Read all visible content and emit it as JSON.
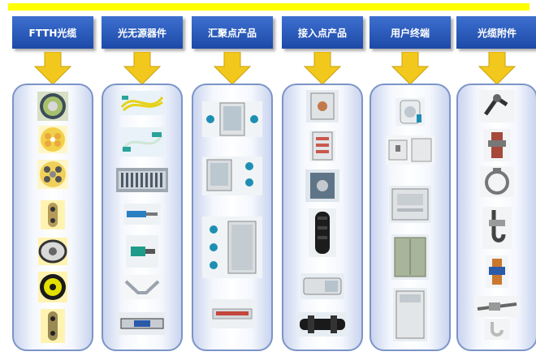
{
  "colors": {
    "top_bar": "#ffff00",
    "header_bg": "#2b5cbf",
    "arrow": "#f2c81c",
    "panel_border": "#7c94c8"
  },
  "columns": [
    {
      "id": "ftth",
      "label": "FTTH光缆",
      "products": [
        "cable-cross-section-icon",
        "cable-cross-section-icon",
        "cable-cross-section-icon",
        "drop-cable-icon",
        "drop-cable-icon",
        "cable-cross-section-icon",
        "drop-cable-icon"
      ]
    },
    {
      "id": "passive",
      "label": "光无源器件",
      "products": [
        "fiber-pigtail-icon",
        "fiber-patchcord-icon",
        "splitter-rack-icon",
        "connector-icon",
        "connector-icon",
        "adapter-icon",
        "splitter-box-icon"
      ]
    },
    {
      "id": "aggregation",
      "label": "汇聚点产品",
      "products": [
        "odf-cabinet-icon",
        "wall-box-icon",
        "outdoor-cabinet-icon",
        "patch-panel-icon"
      ]
    },
    {
      "id": "access",
      "label": "接入点产品",
      "products": [
        "distribution-box-icon",
        "wall-box-icon",
        "wall-box-icon",
        "splice-closure-icon",
        "terminal-box-icon",
        "splice-closure-icon"
      ]
    },
    {
      "id": "terminal",
      "label": "用户终端",
      "products": [
        "rosette-box-icon",
        "socket-panel-icon",
        "ont-box-icon",
        "outdoor-cabinet-icon",
        "outdoor-cabinet-icon"
      ]
    },
    {
      "id": "accessories",
      "label": "光缆附件",
      "products": [
        "clamp-icon",
        "bracket-icon",
        "hoop-icon",
        "hook-icon",
        "anchor-icon",
        "tension-clamp-icon",
        "hook-icon"
      ]
    }
  ]
}
